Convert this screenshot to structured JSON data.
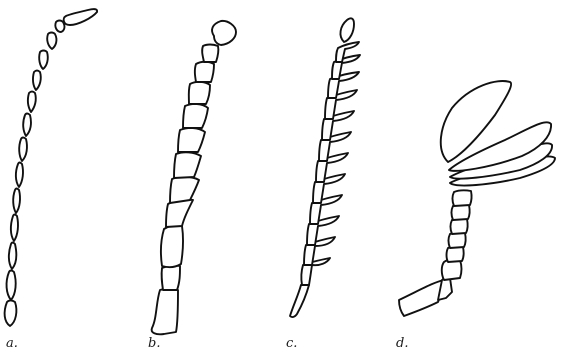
{
  "figure": {
    "labels": {
      "a": "a.",
      "b": "b.",
      "c": "c.",
      "d": "d."
    }
  }
}
